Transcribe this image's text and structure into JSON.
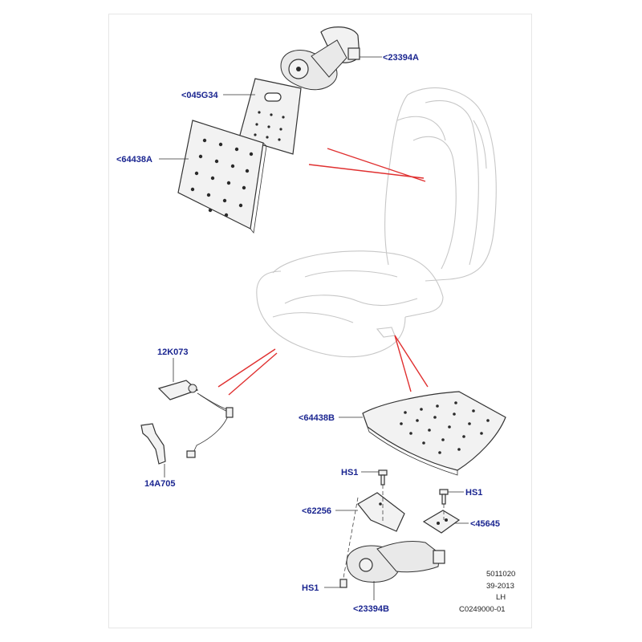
{
  "diagram": {
    "callouts": {
      "c23394a_top": "<23394A",
      "c045g34": "<045G34",
      "c64438a": "<64438A",
      "c12k073": "12K073",
      "c14a705": "14A705",
      "c64438b": "<64438B",
      "c62256": "<62256",
      "c45645": "<45645",
      "c23394b": "<23394B",
      "hs1_a": "HS1",
      "hs1_b": "HS1",
      "hs1_c": "HS1"
    },
    "reference": {
      "line1": "5011020",
      "line2": "39-2013",
      "line3": "LH",
      "line4": "C0249000-01"
    },
    "colors": {
      "callout_text": "#1a2590",
      "pointer_lines": "#e03030",
      "seat_outline": "#c7c7c7"
    }
  }
}
